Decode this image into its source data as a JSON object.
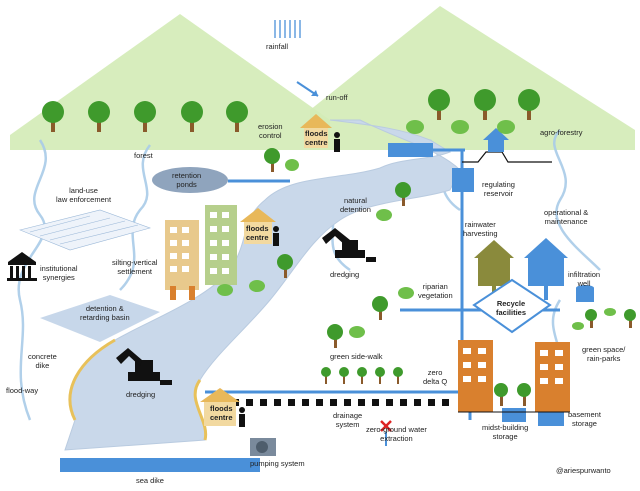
{
  "colors": {
    "mountain": "#cfe8b0",
    "river": "#c9d8ea",
    "river_edge": "#e8c15a",
    "pipe": "#4a90d9",
    "tree_leaf": "#3f9a2c",
    "trunk": "#8a5a2b",
    "building_orange": "#d9802e",
    "building_beige": "#e8c98c",
    "building_green": "#b6cf8c",
    "house_blue": "#4a90d9",
    "house_olive": "#8a8a3c",
    "warning_red": "#dd2222"
  },
  "labels": {
    "rainfall": "rainfall",
    "run_off": "run-off",
    "forest": "forest",
    "erosion_control": "erosion\ncontrol",
    "floods_centre": "floods\ncentre",
    "agro_forestry": "agro-forestry",
    "retention_ponds": "retention\nponds",
    "regulating_reservoir": "regulating\nreservoir",
    "land_use": "land-use\nlaw enforcement",
    "natural_detention": "natural\ndetention",
    "operational_maintenance": "operational &\nmaintenance",
    "rainwater_harvesting": "rainwater\nharvesting",
    "silting_vertical": "silting-vertical\nsettlement",
    "institutional_synergies": "institutional\nsynergies",
    "dredging_top": "dredging",
    "infiltration_well": "infiltration\nwell",
    "detention_basin": "detention &\nretarding basin",
    "riparian_vegetation": "riparian\nvegetation",
    "recycle_facilities": "Recycle\nfacilities",
    "concrete_dike": "concrete\ndike",
    "green_space": "green space/\nrain-parks",
    "green_sidewalk": "green side-walk",
    "zero_delta_q": "zero\ndelta Q",
    "flood_way": "flood-way",
    "dredging_bottom": "dredging",
    "drainage_system": "drainage\nsystem",
    "zero_ground_water": "zero-ground water\nextraction",
    "midst_building_storage": "midst-building\nstorage",
    "basement_storage": "basement\nstorage",
    "pumping_system": "pumping system",
    "sea_dike": "sea dike",
    "credit": "@ariespurwanto"
  }
}
